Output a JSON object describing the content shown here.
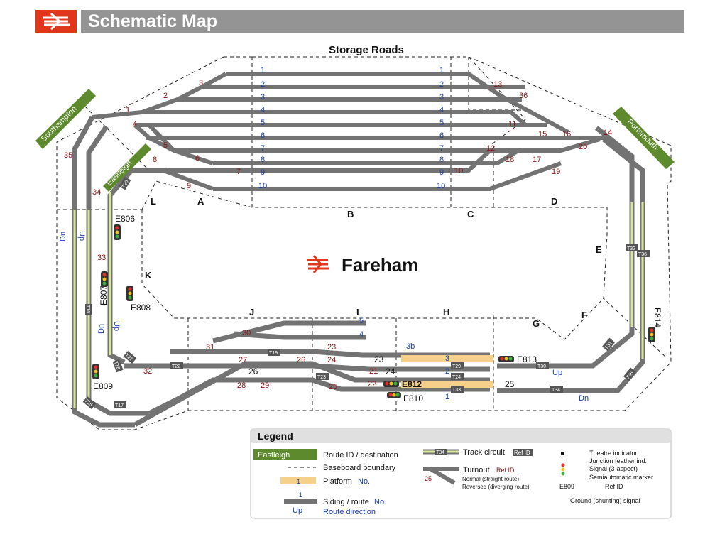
{
  "header": {
    "title": "Schematic Map"
  },
  "map": {
    "storage_title": "Storage Roads",
    "station_name": "Fareham",
    "destinations": [
      "Southampton",
      "Eastleigh",
      "Portsmouth"
    ],
    "storage_road_numbers": [
      "1",
      "2",
      "3",
      "4",
      "5",
      "6",
      "7",
      "8",
      "9",
      "10"
    ],
    "sections": [
      "A",
      "B",
      "C",
      "D",
      "E",
      "F",
      "G",
      "H",
      "I",
      "J",
      "K",
      "L"
    ],
    "platforms": [
      "3",
      "2",
      "1"
    ],
    "sidings": [
      "5",
      "4",
      "3b"
    ],
    "signals": [
      "E806",
      "E807",
      "E808",
      "E809",
      "E810",
      "E812",
      "E813",
      "E814"
    ],
    "ground_signals": [
      "23",
      "24",
      "25",
      "26"
    ],
    "route_labels": {
      "up": "Up",
      "dn": "Dn"
    },
    "turnouts": [
      "1",
      "2",
      "3",
      "4",
      "5",
      "6",
      "7",
      "8",
      "9",
      "10",
      "11",
      "12",
      "13",
      "14",
      "15",
      "16",
      "17",
      "18",
      "19",
      "20",
      "21",
      "22",
      "23",
      "24",
      "25",
      "26",
      "27",
      "28",
      "29",
      "30",
      "31",
      "32",
      "33",
      "34",
      "35",
      "36"
    ],
    "track_circuits": [
      "T15",
      "T16",
      "T17",
      "T18",
      "T19",
      "T20",
      "T21",
      "T22",
      "T23",
      "T24",
      "T29",
      "T30",
      "T31",
      "T32",
      "T33",
      "T34",
      "T35",
      "T36"
    ]
  },
  "legend": {
    "title": "Legend",
    "route_id_example": "Eastleigh",
    "route_id_label": "Route ID / destination",
    "baseboard_label": "Baseboard boundary",
    "platform_example": "1",
    "platform_label": "Platform",
    "platform_no": "No.",
    "siding_example": "1",
    "siding_label": "Siding / route",
    "siding_no": "No.",
    "up_example": "Up",
    "route_direction_label": "Route direction",
    "track_circuit_example": "T34",
    "track_circuit_label": "Track circuit",
    "ref_id": "Ref ID",
    "turnout_label": "Turnout",
    "turnout_ref": "Ref ID",
    "turnout_example": "25",
    "turnout_normal": "Normal (straight route)",
    "turnout_reversed": "Reversed (diverging route)",
    "theatre_label": "Theatre indicator",
    "feather_label": "Junction feather ind.",
    "signal_label": "Signal (3-aspect)",
    "semiauto_label": "Semiautomatic marker",
    "signal_example": "E809",
    "signal_ref": "Ref ID",
    "ground_signal_label": "Ground (shunting) signal"
  }
}
